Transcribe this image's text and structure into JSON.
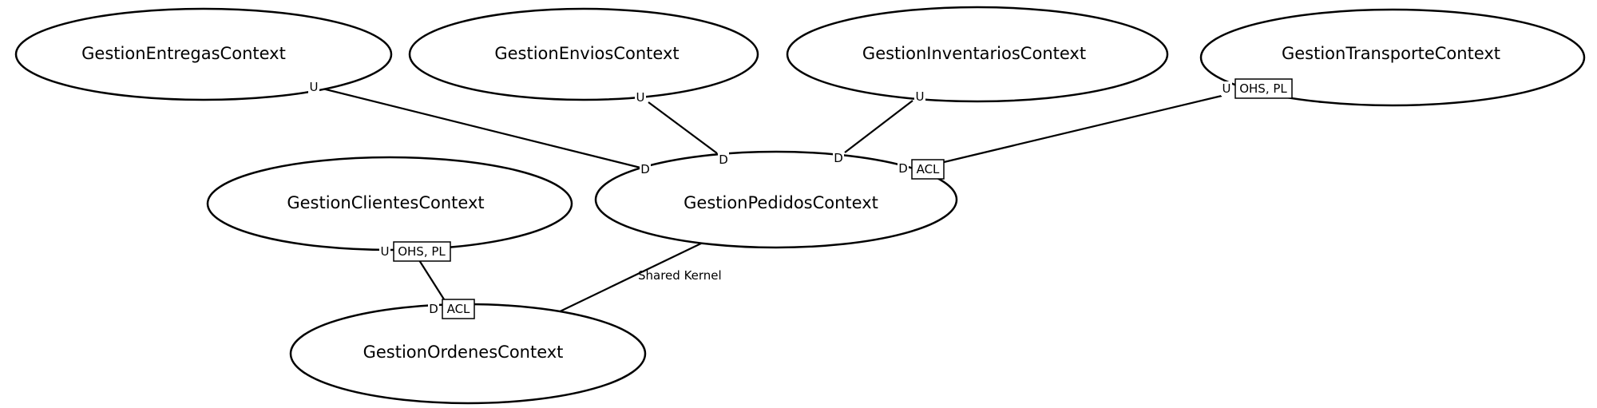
{
  "contexts": {
    "entregas": "GestionEntregasContext",
    "envios": "GestionEnviosContext",
    "inventarios": "GestionInventariosContext",
    "transporte": "GestionTransporteContext",
    "clientes": "GestionClientesContext",
    "pedidos": "GestionPedidosContext",
    "ordenes": "GestionOrdenesContext"
  },
  "relationships": {
    "entregas_pedidos": {
      "upstream_role": "U",
      "downstream_role": "D"
    },
    "envios_pedidos": {
      "upstream_role": "U",
      "downstream_role": "D"
    },
    "inventarios_pedidos": {
      "upstream_role": "U",
      "downstream_role": "D"
    },
    "transporte_pedidos": {
      "upstream_role": "U",
      "upstream_pattern": "OHS, PL",
      "downstream_role": "D",
      "downstream_pattern": "ACL"
    },
    "clientes_ordenes": {
      "upstream_role": "U",
      "upstream_pattern": "OHS, PL",
      "downstream_role": "D",
      "downstream_pattern": "ACL"
    },
    "pedidos_ordenes": {
      "label": "Shared Kernel"
    }
  }
}
